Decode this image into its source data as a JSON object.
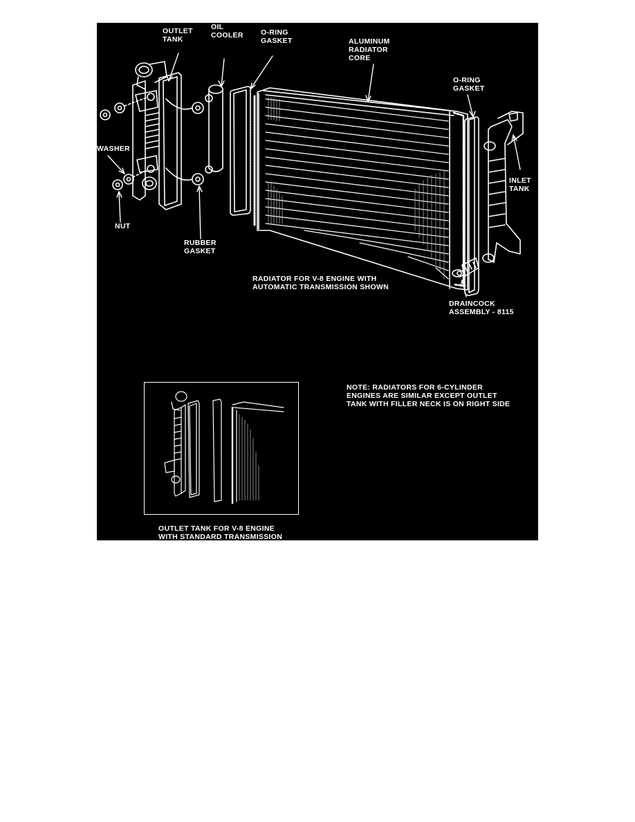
{
  "figure": {
    "title": "Radiator exploded view",
    "background": "#000000",
    "line_color": "#ffffff",
    "labels": {
      "outlet_tank": "OUTLET\nTANK",
      "oil_cooler": "OIL\nCOOLER",
      "o_ring_gasket_left": "O-RING\nGASKET",
      "aluminum_radiator_core": "ALUMINUM\nRADIATOR\nCORE",
      "o_ring_gasket_right": "O-RING\nGASKET",
      "washer": "WASHER",
      "nut": "NUT",
      "inlet_tank": "INLET\nTANK",
      "rubber_gasket": "RUBBER\nGASKET",
      "draincock_assembly": "DRAINCOCK\nASSEMBLY - 8115"
    },
    "main_caption": "RADIATOR FOR V-8 ENGINE WITH\nAUTOMATIC TRANSMISSION SHOWN",
    "note": "NOTE: RADIATORS FOR 6-CYLINDER\nENGINES ARE SIMILAR EXCEPT OUTLET\nTANK WITH FILLER NECK IS ON RIGHT SIDE",
    "inset": {
      "caption": "OUTLET TANK FOR V-8 ENGINE\nWITH STANDARD TRANSMISSION"
    }
  }
}
